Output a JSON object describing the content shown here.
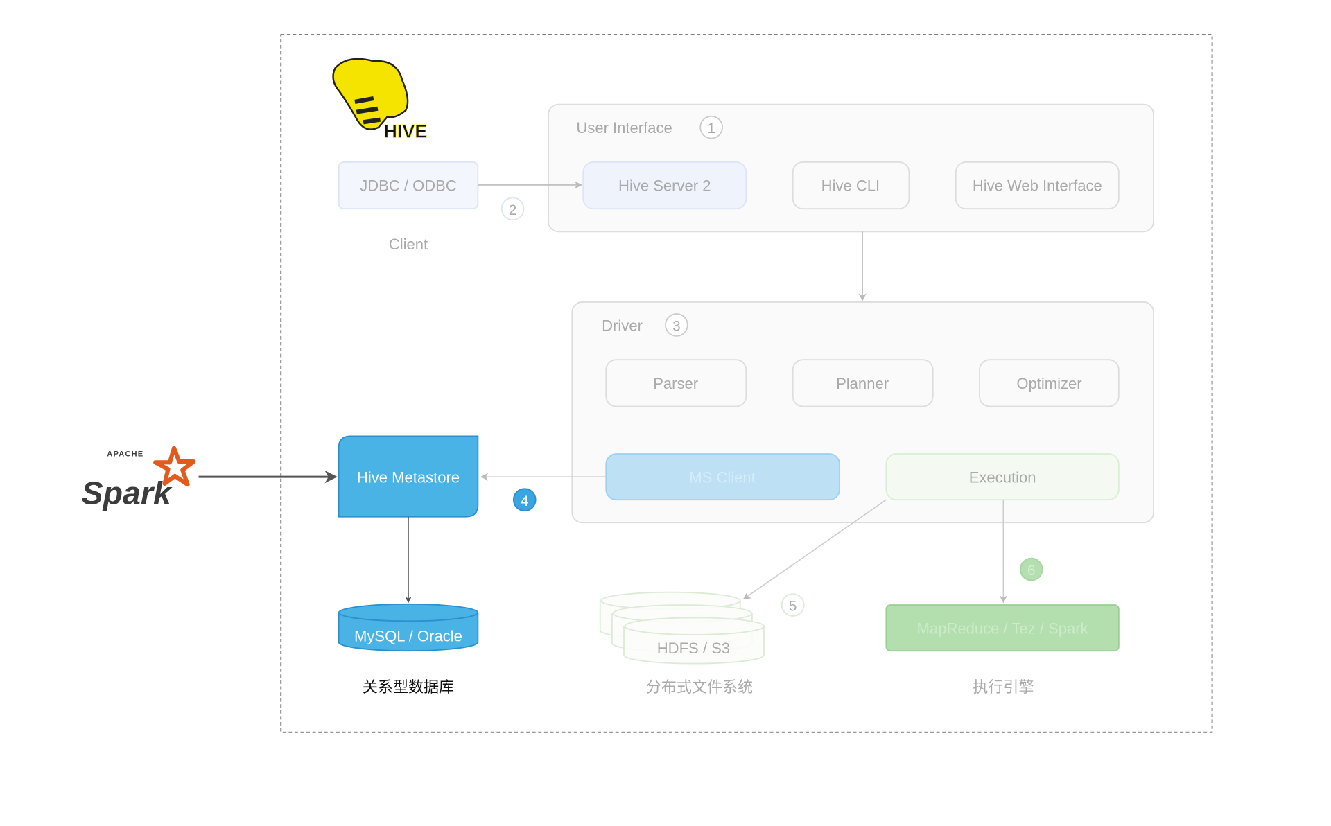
{
  "logos": {
    "hive": "HIVE",
    "spark": "Spark",
    "spark_prefix": "APACHE"
  },
  "client": {
    "box": "JDBC / ODBC",
    "label": "Client",
    "step": "2"
  },
  "user_interface": {
    "title": "User Interface",
    "step": "1",
    "items": [
      "Hive Server 2",
      "Hive CLI",
      "Hive Web Interface"
    ]
  },
  "driver": {
    "title": "Driver",
    "step": "3",
    "items": [
      "Parser",
      "Planner",
      "Optimizer"
    ],
    "ms_client": "MS Client",
    "execution": "Execution"
  },
  "metastore": {
    "box": "Hive Metastore",
    "step": "4",
    "db": "MySQL / Oracle",
    "caption": "关系型数据库"
  },
  "storage": {
    "db": "HDFS / S3",
    "step": "5",
    "caption": "分布式文件系统"
  },
  "engine": {
    "box": "MapReduce / Tez / Spark",
    "step": "6",
    "caption": "执行引擎"
  },
  "colors": {
    "metastore_blue": "#4ab3e6",
    "engine_green": "#b3dfae",
    "hive_yellow": "#f5e300",
    "spark_orange": "#e25a1c"
  }
}
